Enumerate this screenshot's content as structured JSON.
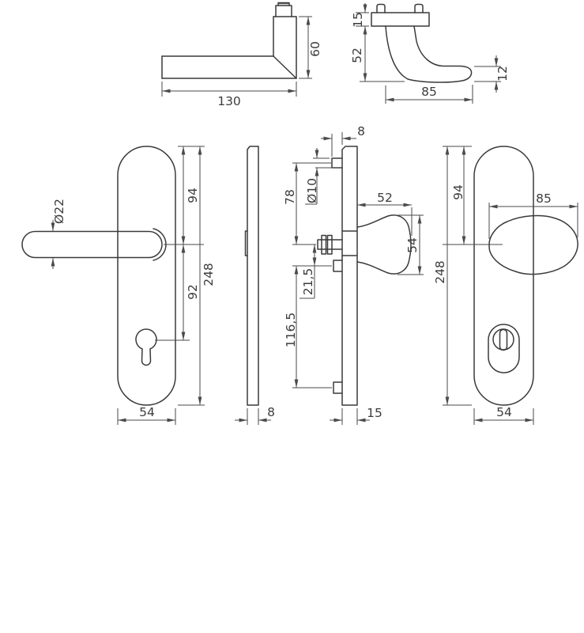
{
  "drawing": {
    "title": "door-hardware-dimension-drawing",
    "views": {
      "lever_top": {
        "length": "130",
        "height": "60"
      },
      "lever_side": {
        "base_height": "15",
        "height": "52",
        "reach": "85",
        "grip_height": "12"
      },
      "lever_plate": {
        "handle_diameter": "Ø22",
        "top_to_handle": "94",
        "handle_to_cylinder": "92",
        "total_height": "248",
        "width": "54"
      },
      "plate_profile": {
        "thickness": "8"
      },
      "knob_section": {
        "screw_offset": "8",
        "screw_diameter": "Ø10",
        "screw_to_spindle": "78",
        "spindle_to_lug": "21,5",
        "lug_spacing": "116,5",
        "thickness": "15",
        "knob_depth": "52",
        "knob_height": "54"
      },
      "knob_plate": {
        "top_to_knob": "94",
        "knob_width": "85",
        "total_height": "248",
        "width": "54"
      }
    }
  }
}
